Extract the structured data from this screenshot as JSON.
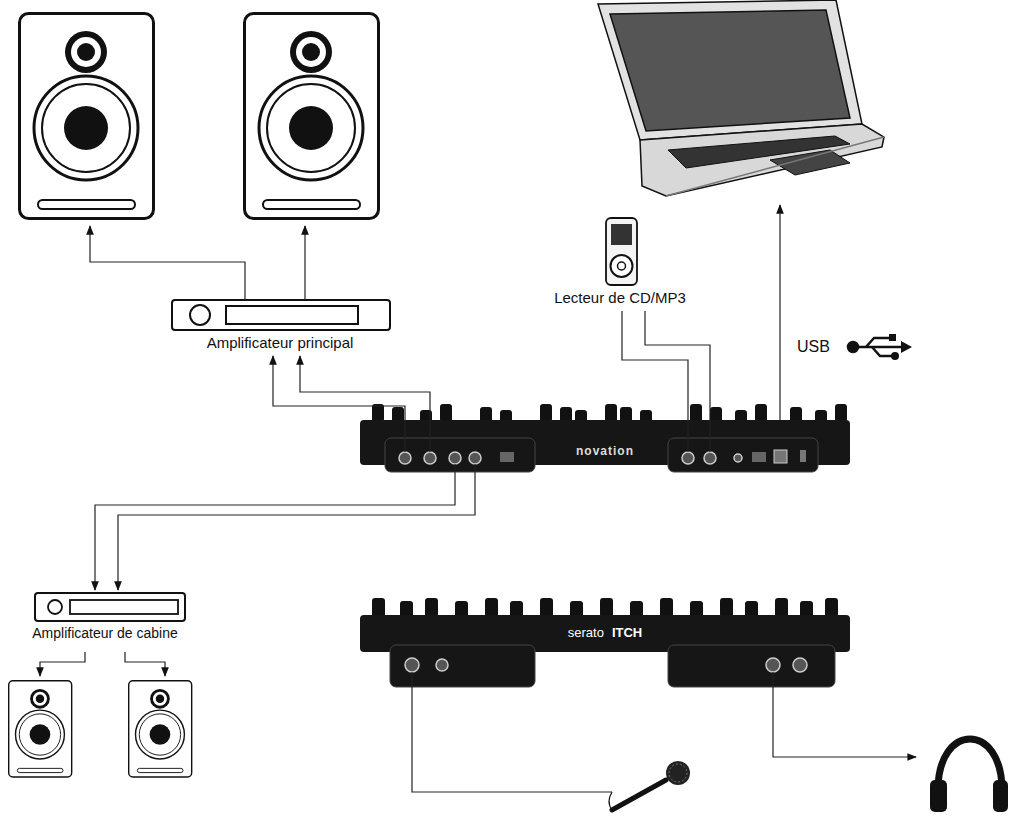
{
  "diagram": {
    "nodes": [
      {
        "text": [
          "Amplificateur principal"
        ]
      },
      {
        "text": [
          "Lecteur de CD/MP3"
        ]
      },
      {
        "text": [
          "novation"
        ]
      },
      {
        "text": [
          "Amplificateur de cabine"
        ]
      },
      {
        "text": [
          "serato",
          "ITCH"
        ]
      }
    ],
    "edges": [
      {
        "from": 2,
        "to": 0,
        "arrow": "to"
      },
      {
        "from": 2,
        "to": 0,
        "arrow": "to"
      },
      {
        "from": 2,
        "to": 3,
        "arrow": "to"
      },
      {
        "from": 2,
        "to": 3,
        "arrow": "to"
      },
      {
        "from": 1,
        "to": 2,
        "arrow": "none"
      },
      {
        "from": 1,
        "to": 2,
        "arrow": "none"
      }
    ],
    "labels": [
      "USB"
    ]
  }
}
